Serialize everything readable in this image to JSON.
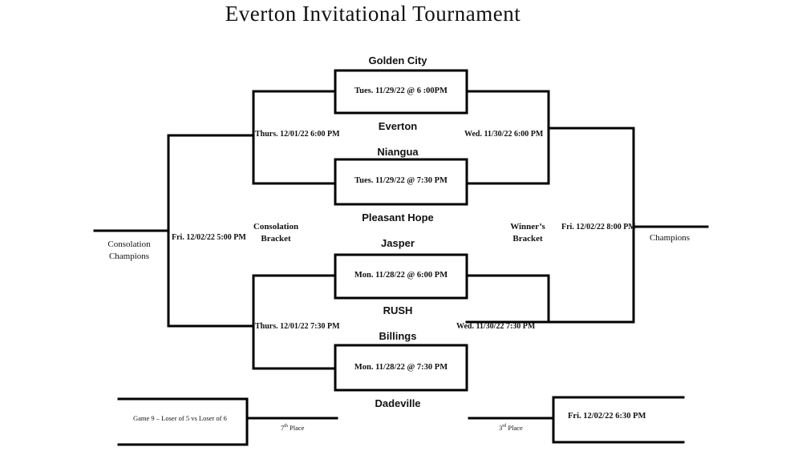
{
  "title": "Everton Invitational Tournament",
  "teams": {
    "golden_city": "Golden City",
    "everton": "Everton",
    "niangua": "Niangua",
    "pleasant_hope": "Pleasant Hope",
    "jasper": "Jasper",
    "rush": "RUSH",
    "billings": "Billings",
    "dadeville": "Dadeville"
  },
  "games": {
    "g1": "Mon. 11/28/22 @ 6:00 PM",
    "g2": "Mon. 11/28/22 @ 7:30 PM",
    "g3": "Tues. 11/29/22 @ 6 :00PM",
    "g4": "Tues. 11/29/22 @ 7:30 PM",
    "wb_top": "Wed. 11/30/22 6:00 PM",
    "wb_bottom": "Wed. 11/30/22 7:30 PM",
    "cb_top": "Thurs. 12/01/22 6:00 PM",
    "cb_bottom": "Thurs. 12/01/22 7:30 PM",
    "cons_final": "Fri. 12/02/22 5:00 PM",
    "champ_final": "Fri. 12/02/22 8:00 PM",
    "third_place_game": "Fri. 12/02/22 6:30 PM",
    "seventh_place_game": "Game 9 – Loser of 5 vs Loser of 6"
  },
  "labels": {
    "consolation_bracket_1": "Consolation",
    "consolation_bracket_2": "Bracket",
    "winners_bracket_1": "Winner’s",
    "winners_bracket_2": "Bracket",
    "consolation_champions_1": "Consolation",
    "consolation_champions_2": "Champions",
    "champions": "Champions",
    "seventh_num": "7",
    "seventh_sup": "th",
    "seventh_word": "Place",
    "third_num": "3",
    "third_sup": "rd",
    "third_word": "Place"
  }
}
